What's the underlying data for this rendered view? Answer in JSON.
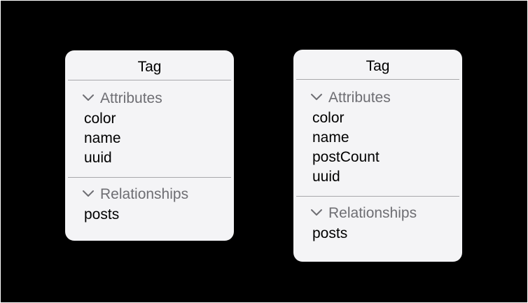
{
  "entities": [
    {
      "title": "Tag",
      "attributes_label": "Attributes",
      "attributes": [
        "color",
        "name",
        "uuid"
      ],
      "relationships_label": "Relationships",
      "relationships": [
        "posts"
      ]
    },
    {
      "title": "Tag",
      "attributes_label": "Attributes",
      "attributes": [
        "color",
        "name",
        "postCount",
        "uuid"
      ],
      "relationships_label": "Relationships",
      "relationships": [
        "posts"
      ]
    }
  ],
  "colors": {
    "background": "#000000",
    "card": "#f4f4f6",
    "section_header": "#6e6e73",
    "divider": "#a8a8ab"
  },
  "icons": {
    "section_toggle": "chevron-down-icon"
  }
}
